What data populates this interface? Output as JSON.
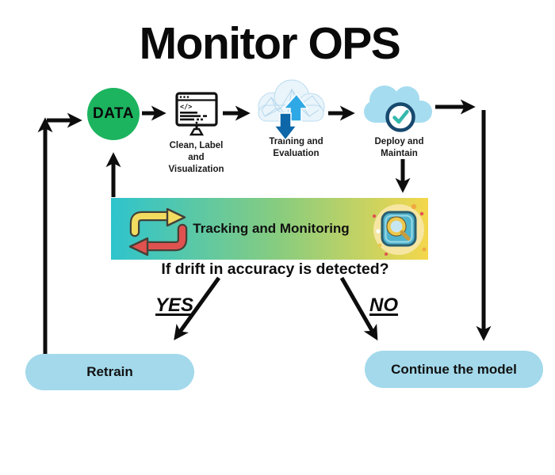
{
  "title": "Monitor OPS",
  "nodes": {
    "data_label": "DATA",
    "clean_label": "Clean, Label\nand\nVisualization",
    "training_label": "Training and\nEvaluation",
    "deploy_label": "Deploy and\nMaintain"
  },
  "banner_label": "Tracking and Monitoring",
  "question": "If drift in accuracy is detected?",
  "branch_yes": "YES",
  "branch_no": "NO",
  "outcome_retrain": "Retrain",
  "outcome_continue": "Continue the model",
  "icons": {
    "monitor_code_glyph": "</>",
    "names": [
      "monitor-code-icon",
      "training-cloud-icon",
      "deploy-check-cloud-icon",
      "cycle-arrows-icon",
      "magnifier-icon"
    ]
  },
  "colors": {
    "data_green": "#1cb45f",
    "pill_blue": "#a3d9eb",
    "banner_teal": "#2ec4cd",
    "banner_yellow": "#f4d74c",
    "cloud_blue": "#a5dcf0",
    "loop_yellow": "#f2dc60",
    "loop_red": "#e0524f",
    "check_navy": "#17496e",
    "check_teal": "#35b8ac",
    "arrow_black": "#0d0d0d"
  }
}
